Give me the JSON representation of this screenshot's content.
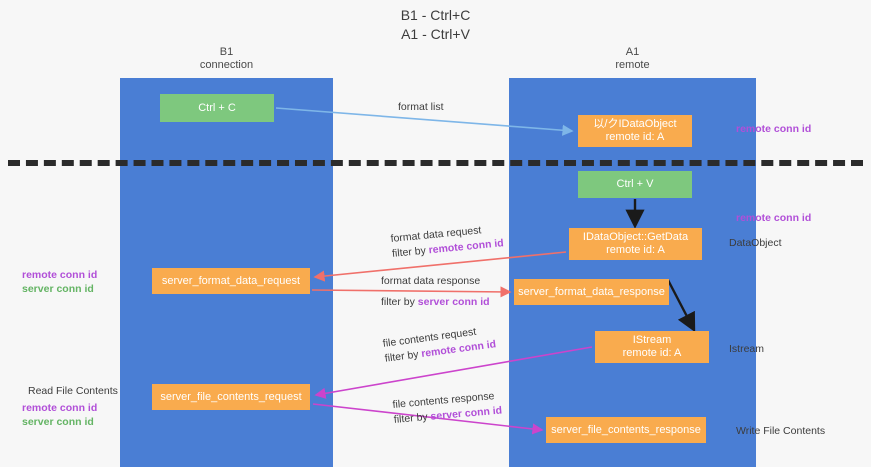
{
  "title": "B1 - Ctrl+C\nA1 - Ctrl+V",
  "lanes": [
    {
      "name": "b1",
      "header": "B1\nconnection"
    },
    {
      "name": "a1",
      "header": "A1\nremote"
    }
  ],
  "boxes": {
    "ctrl_c": "Ctrl + C",
    "idataobject": "以/クIDataObject\nremote id: A",
    "ctrl_v": "Ctrl + V",
    "getdata": "IDataObject::GetData\nremote id: A",
    "server_format_data_request": "server_format_data_request",
    "server_format_data_response": "server_format_data_response",
    "istream": "IStream\nremote id: A",
    "server_file_contents_request": "server_file_contents_request",
    "server_file_contents_response": "server_file_contents_response"
  },
  "edge_labels": {
    "format_list": "format list",
    "format_data_request": "format data request",
    "format_data_request_filter_prefix": "filter by ",
    "format_data_request_filter_value": "remote conn id",
    "format_data_response": "format data response",
    "format_data_response_filter_prefix": "filter by ",
    "format_data_response_filter_value": "server conn id",
    "file_contents_request": "file contents request",
    "file_contents_request_filter_prefix": "filter by ",
    "file_contents_request_filter_value": "remote conn id",
    "file_contents_response": "file contents response",
    "file_contents_response_filter_prefix": "filter by ",
    "file_contents_response_filter_value": "server conn id"
  },
  "annotations": {
    "remote_conn_id_top": "remote conn id",
    "remote_conn_id_mid": "remote conn id",
    "dataobject": "DataObject",
    "istream": "Istream",
    "write_file_contents": "Write File Contents",
    "read_file_contents": "Read File Contents",
    "left_remote_conn_id_1": "remote conn id",
    "left_server_conn_id_1": "server conn id",
    "left_remote_conn_id_2": "remote conn id",
    "left_server_conn_id_2": "server conn id"
  },
  "colors": {
    "lane": "#4a7ed4",
    "green_box": "#7ec87e",
    "orange_box": "#f9ab4e",
    "purple_text": "#b14fd8",
    "green_text": "#64b464",
    "arrow_blue": "#7eb6e8",
    "arrow_red": "#f0706a",
    "arrow_magenta": "#cc44cc",
    "arrow_black": "#1a1a1a",
    "background": "#f7f7f7"
  }
}
